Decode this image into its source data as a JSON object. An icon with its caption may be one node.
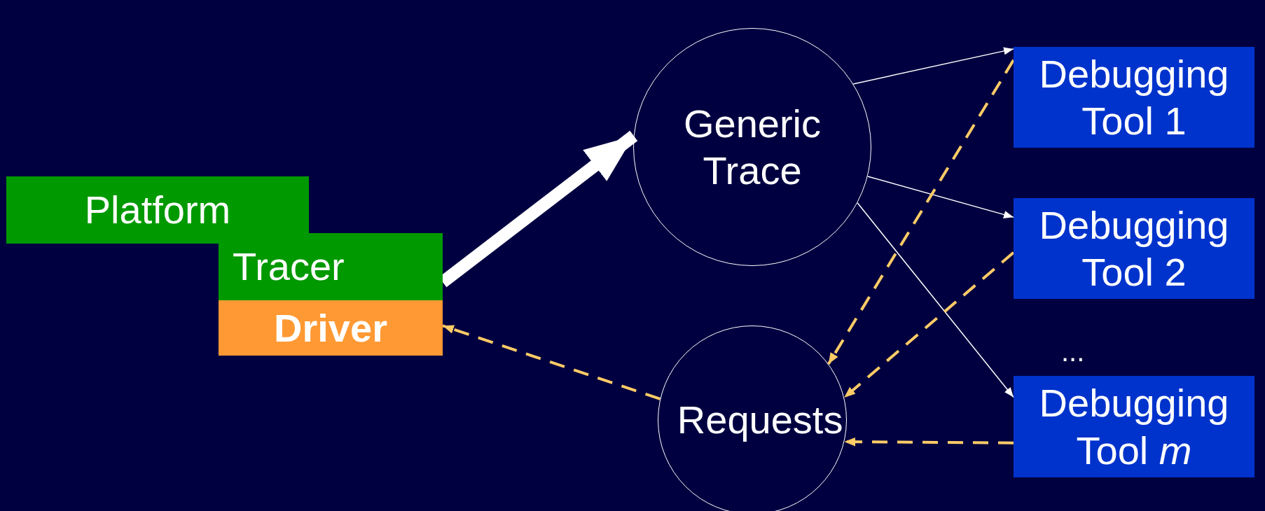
{
  "diagram": {
    "nodes": [
      {
        "text": [
          "Platform"
        ]
      },
      {
        "text": [
          "Tracer"
        ]
      },
      {
        "text": [
          "Driver"
        ]
      },
      {
        "text": [
          "Generic Trace"
        ]
      },
      {
        "text": [
          "Requests"
        ]
      },
      {
        "text": [
          "Debugging Tool 1"
        ]
      },
      {
        "text": [
          "Debugging Tool 2"
        ]
      },
      {
        "text": [
          "Debugging Tool *m*"
        ]
      }
    ],
    "edges": [
      {
        "from": 1,
        "to": 3,
        "arrow": "to",
        "style": "thick"
      },
      {
        "from": 3,
        "to": 5,
        "arrow": "to"
      },
      {
        "from": 3,
        "to": 6,
        "arrow": "to"
      },
      {
        "from": 3,
        "to": 7,
        "arrow": "to"
      },
      {
        "from": 5,
        "to": 4,
        "arrow": "to",
        "style": "dashed",
        "color": "#ffcc66"
      },
      {
        "from": 6,
        "to": 4,
        "arrow": "to",
        "style": "dashed",
        "color": "#ffcc66"
      },
      {
        "from": 7,
        "to": 4,
        "arrow": "to",
        "style": "dashed",
        "color": "#ffcc66"
      },
      {
        "from": 4,
        "to": 2,
        "arrow": "to",
        "style": "dashed",
        "color": "#ffcc66"
      }
    ],
    "labels": [
      "..."
    ]
  }
}
